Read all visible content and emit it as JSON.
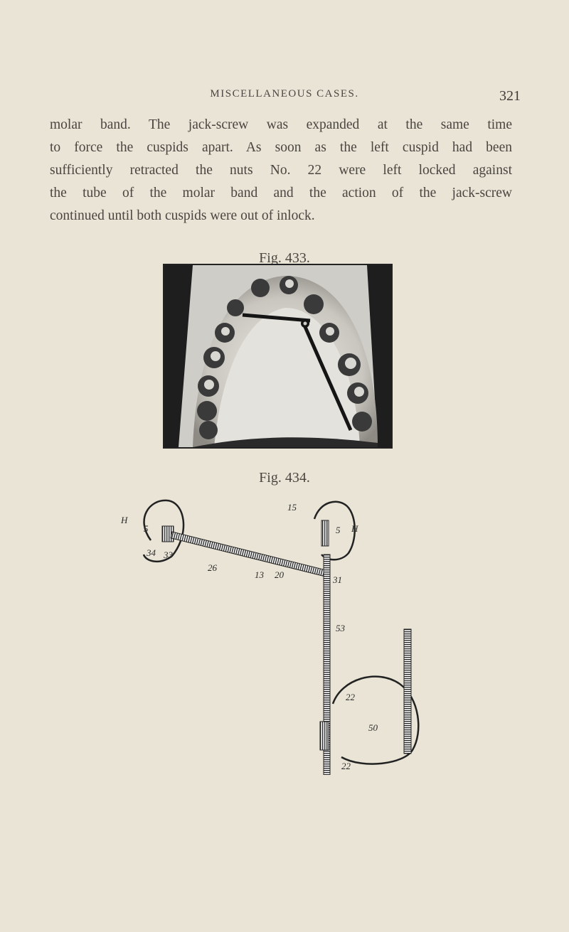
{
  "running_head": "MISCELLANEOUS CASES.",
  "page_number": "321",
  "paragraph_lines": [
    "molar band. The jack-screw was expanded at the same time",
    "to force the cuspids apart. As soon as the left cuspid had been",
    "sufficiently retracted the nuts No. 22 were left locked against",
    "the tube of the molar band and the action of the jack-screw",
    "continued until both cuspids were out of inlock."
  ],
  "figures": [
    {
      "caption": "Fig. 433."
    },
    {
      "caption": "Fig. 434.",
      "labels": [
        "H",
        "5",
        "34",
        "33",
        "26",
        "15",
        "13",
        "20",
        "5",
        "H",
        "31",
        "53",
        "22",
        "50",
        "22"
      ]
    }
  ]
}
